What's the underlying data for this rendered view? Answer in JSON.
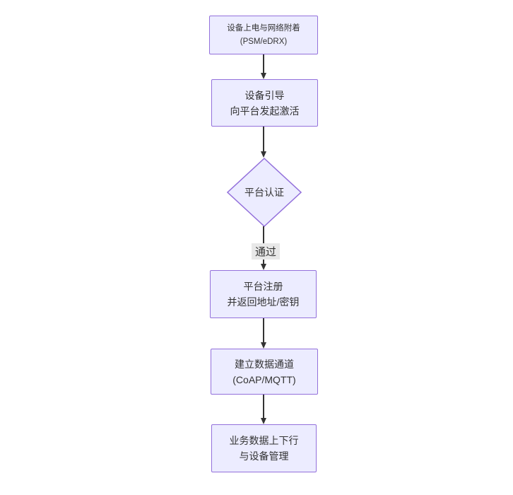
{
  "flowchart": {
    "type": "vertical-flowchart",
    "nodes": [
      {
        "shape": "rect",
        "line1": "设备上电与网络附着",
        "line2": "(PSM/eDRX)"
      },
      {
        "shape": "rect",
        "line1": "设备引导",
        "line2": "向平台发起激活"
      },
      {
        "shape": "diamond",
        "label": "平台认证"
      },
      {
        "shape": "rect",
        "line1": "平台注册",
        "line2": "并返回地址/密钥"
      },
      {
        "shape": "rect",
        "line1": "建立数据通道",
        "line2": "(CoAP/MQTT)"
      },
      {
        "shape": "rect",
        "line1": "业务数据上下行",
        "line2": "与设备管理"
      }
    ],
    "edges": [
      {
        "from": 0,
        "to": 1,
        "label": ""
      },
      {
        "from": 1,
        "to": 2,
        "label": ""
      },
      {
        "from": 2,
        "to": 3,
        "label": "通过"
      },
      {
        "from": 3,
        "to": 4,
        "label": ""
      },
      {
        "from": 4,
        "to": 5,
        "label": ""
      }
    ],
    "colors": {
      "canvas_bg": "#ffffff",
      "node_fill": "#ECECFF",
      "node_border": "#9370DB",
      "node_text": "#333333",
      "edge": "#333333",
      "label_bg": "#e8e8e8"
    }
  }
}
